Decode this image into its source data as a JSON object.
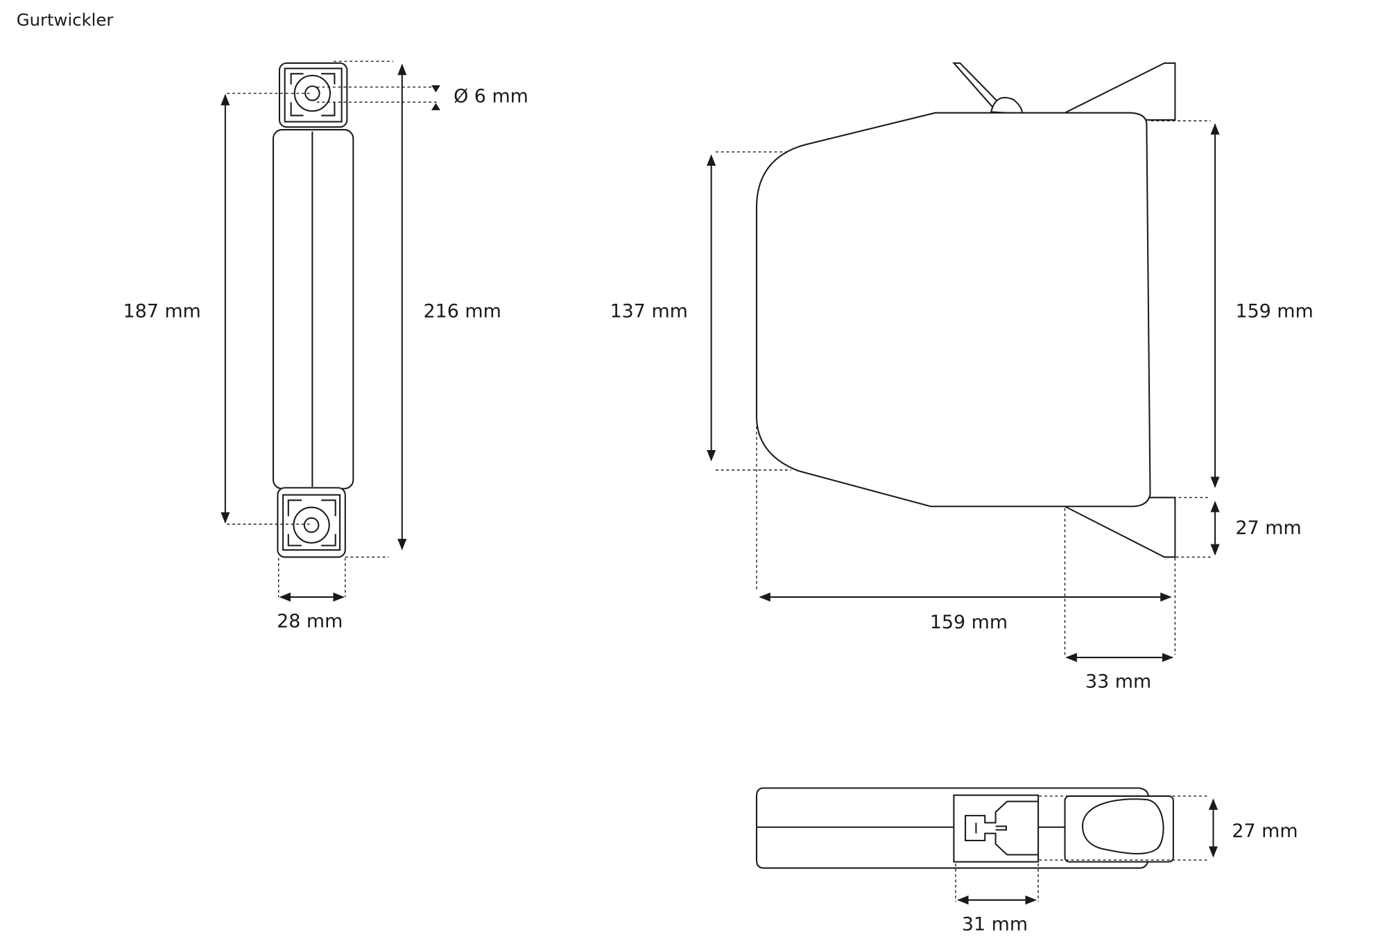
{
  "title": "Gurtwickler",
  "front_view": {
    "hole_diameter": "Ø 6 mm",
    "hole_spacing": "187 mm",
    "total_height": "216 mm",
    "width": "28 mm"
  },
  "side_view": {
    "body_height": "137 mm",
    "mount_height": "159 mm",
    "bracket_height": "27 mm",
    "depth": "159 mm",
    "bracket_depth": "33 mm"
  },
  "bottom_view": {
    "thickness": "27 mm",
    "slot_width": "31 mm"
  }
}
